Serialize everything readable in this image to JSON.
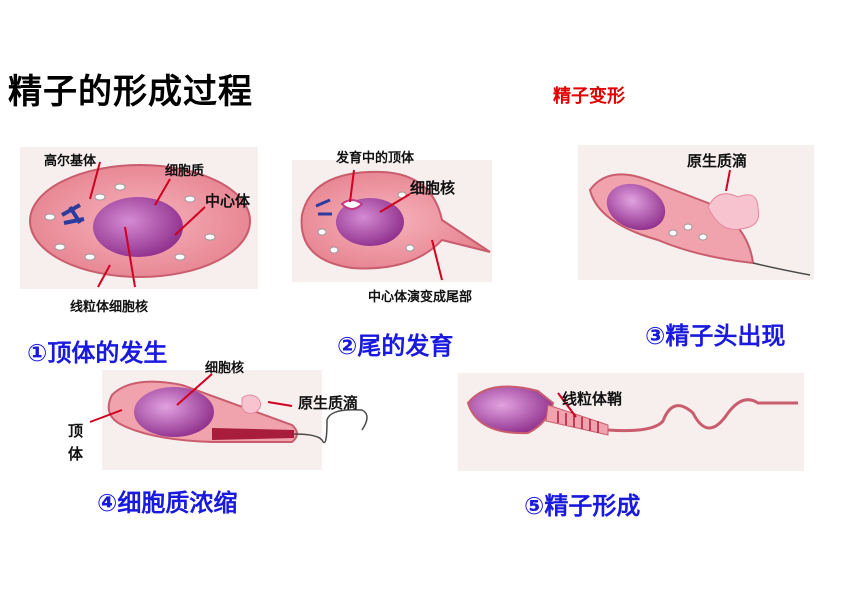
{
  "title": "精子的形成过程",
  "subtitle": "精子变形",
  "stages": [
    {
      "caption": "①顶体的发生",
      "labels": {
        "golgi": "高尔基体",
        "cytoplasm": "细胞质",
        "centriole": "中心体",
        "mito_nucleus": "线粒体细胞核"
      }
    },
    {
      "caption": "②尾的发育",
      "labels": {
        "acrosome": "发育中的顶体",
        "nucleus": "细胞核",
        "centriole_tail": "中心体演变成尾部"
      }
    },
    {
      "caption": "③精子头出现",
      "labels": {
        "droplet": "原生质滴"
      }
    },
    {
      "caption": "④细胞质浓缩",
      "labels": {
        "nucleus": "细胞核",
        "droplet": "原生质滴",
        "acrosome_v1": "顶",
        "acrosome_v2": "体"
      }
    },
    {
      "caption": "⑤精子形成",
      "labels": {
        "mito_sheath": "线粒体鞘"
      }
    }
  ],
  "colors": {
    "caption": "#1a1adf",
    "subtitle": "#e00000",
    "cell": "#e98a96",
    "nucleus": "#a03a9a",
    "arrow": "#d00020"
  }
}
